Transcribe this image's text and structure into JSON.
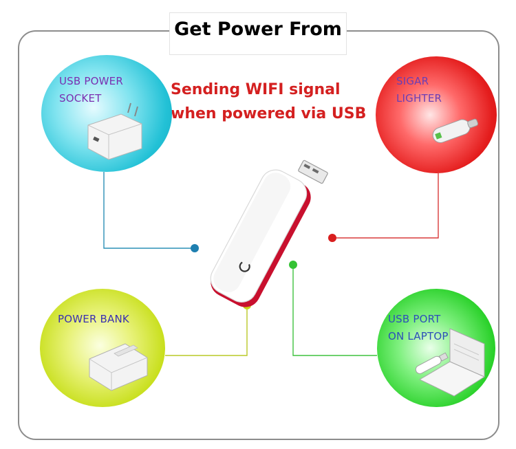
{
  "title": "Get Power From",
  "subtitle": {
    "line1": "Sending WIFI signal",
    "line2": "when powered via USB"
  },
  "sources": {
    "usb_socket": {
      "line1": "USB POWER",
      "line2": "SOCKET"
    },
    "cigar": {
      "line1": "SIGAR",
      "line2": "LIGHTER"
    },
    "power_bank": {
      "line1": "POWER BANK"
    },
    "laptop": {
      "line1": "USB PORT",
      "line2": "ON LAPTOP"
    }
  },
  "colors": {
    "usb_socket": "#1ab0c8",
    "cigar": "#e02020",
    "power_bank": "#c4d817",
    "laptop": "#2fcf2f",
    "subtitle": "#d42020"
  }
}
